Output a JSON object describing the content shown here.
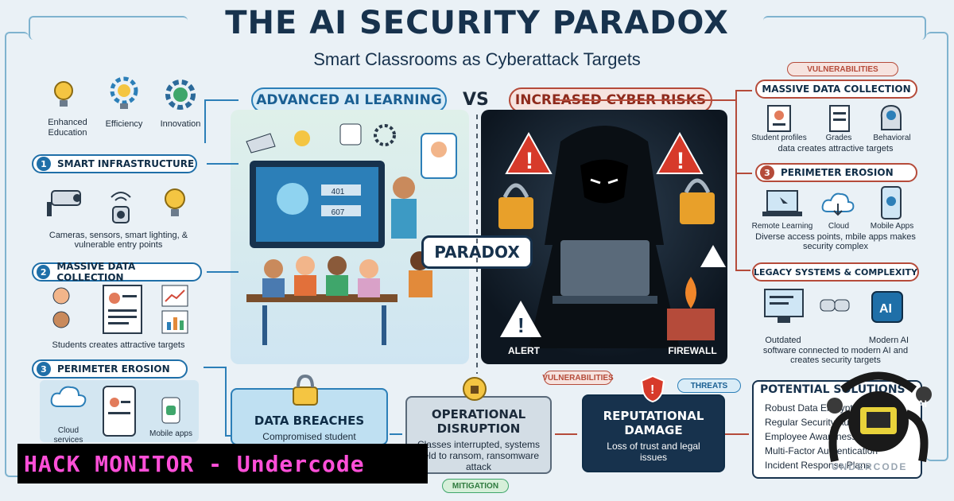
{
  "header": {
    "title": "THE AI SECURITY PARADOX",
    "subtitle": "Smart Classrooms as Cyberattack Targets"
  },
  "versus": {
    "left_label": "ADVANCED AI LEARNING",
    "vs": "VS",
    "right_label": "INCREASED CYBER RISKS",
    "center": "PARADOX"
  },
  "left": {
    "benefits": [
      "Enhanced Education",
      "Efficiency",
      "Innovation"
    ],
    "sections": [
      {
        "num": "1",
        "title": "SMART INFRASTRUCTURE",
        "caption": "Cameras, sensors, smart lighting, & vulnerable entry points"
      },
      {
        "num": "2",
        "title": "MASSIVE DATA COLLECTION",
        "caption": "Students creates attractive targets"
      },
      {
        "num": "3",
        "title": "PERIMETER EROSION",
        "items": [
          "Cloud services",
          "Mobile apps"
        ]
      }
    ]
  },
  "right": {
    "vuln_tag": "VULNERABILITIES",
    "sections": [
      {
        "title": "MASSIVE DATA COLLECTION",
        "items": [
          "Student profiles",
          "Grades",
          "Behavioral"
        ],
        "caption": "data creates attractive targets"
      },
      {
        "num": "3",
        "title": "PERIMETER EROSION",
        "items": [
          "Remote Learning",
          "Cloud",
          "Mobile Apps"
        ],
        "caption": "Diverse access points, mbile apps makes security complex"
      },
      {
        "title": "LEGACY SYSTEMS & COMPLEXITY",
        "items": [
          "Outdated",
          "Modern AI"
        ],
        "caption": "software connected to modern AI and creates security targets"
      }
    ],
    "solutions": {
      "title": "POTENTIAL SOLUTIONS",
      "items": [
        "Robust Data Encryption",
        "Regular Security Audits",
        "Employee Awareness Training",
        "Multi-Factor Authentication",
        "Incident Response Plans"
      ]
    }
  },
  "scene": {
    "screen_chip_a": "401",
    "screen_chip_b": "607",
    "laptop_logo": "",
    "alert": "ALERT",
    "firewall": "FIREWALL"
  },
  "flow": {
    "cards": [
      {
        "title": "DATA BREACHES",
        "text": "Compromised student"
      },
      {
        "title": "OPERATIONAL DISRUPTION",
        "text": "Classes interrupted, systems held to ransom, ransomware attack"
      },
      {
        "title": "REPUTATIONAL DAMAGE",
        "text": "Loss of trust and legal issues"
      }
    ],
    "tags": {
      "vulnerabilities": "VULNERABILITIES",
      "threats": "THREATS",
      "mitigation": "MITIGATION"
    }
  },
  "banner": {
    "text": "HACK MONITOR - Undercode"
  },
  "watermark": "UNDERCODE",
  "colors": {
    "navy": "#17324d",
    "blue": "#1f6fa8",
    "red": "#b54b3a",
    "banner_text": "#ff4fd8"
  }
}
